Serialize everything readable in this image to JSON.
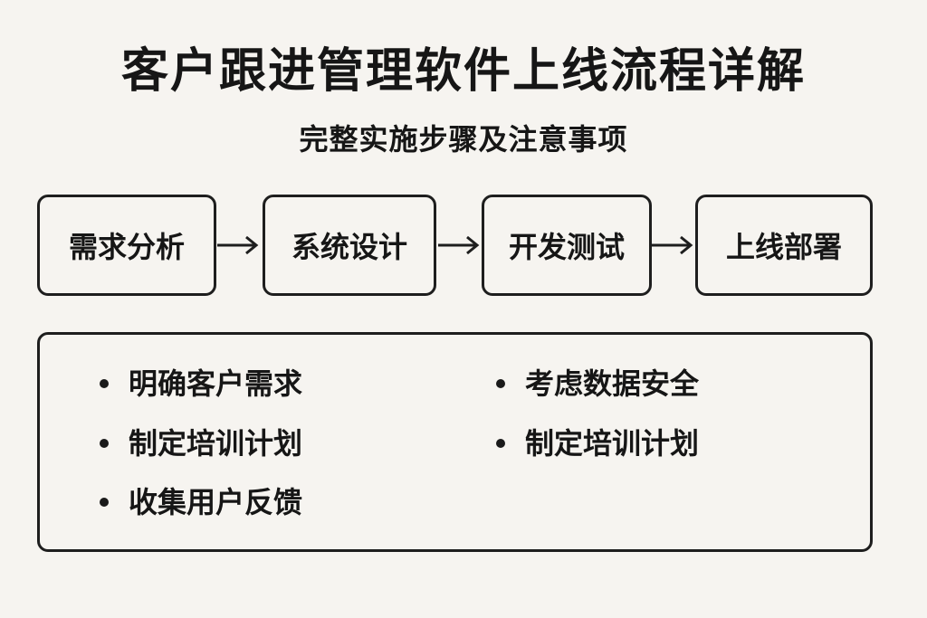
{
  "header": {
    "title": "客户跟进管理软件上线流程详解",
    "subtitle": "完整实施步骤及注意事项"
  },
  "flow": {
    "steps": [
      {
        "label": "需求分析"
      },
      {
        "label": "系统设计"
      },
      {
        "label": "开发测试"
      },
      {
        "label": "上线部署"
      }
    ],
    "connector_icon": "arrow-right-icon"
  },
  "notes": {
    "left": [
      "明确客户需求",
      "制定培训计划",
      "收集用户反馈"
    ],
    "right": [
      "考虑数据安全",
      "制定培训计划"
    ],
    "bullet_icon": "bullet-dot-icon"
  },
  "colors": {
    "background": "#f6f4f0",
    "stroke": "#1e1e1e",
    "text": "#161616"
  }
}
